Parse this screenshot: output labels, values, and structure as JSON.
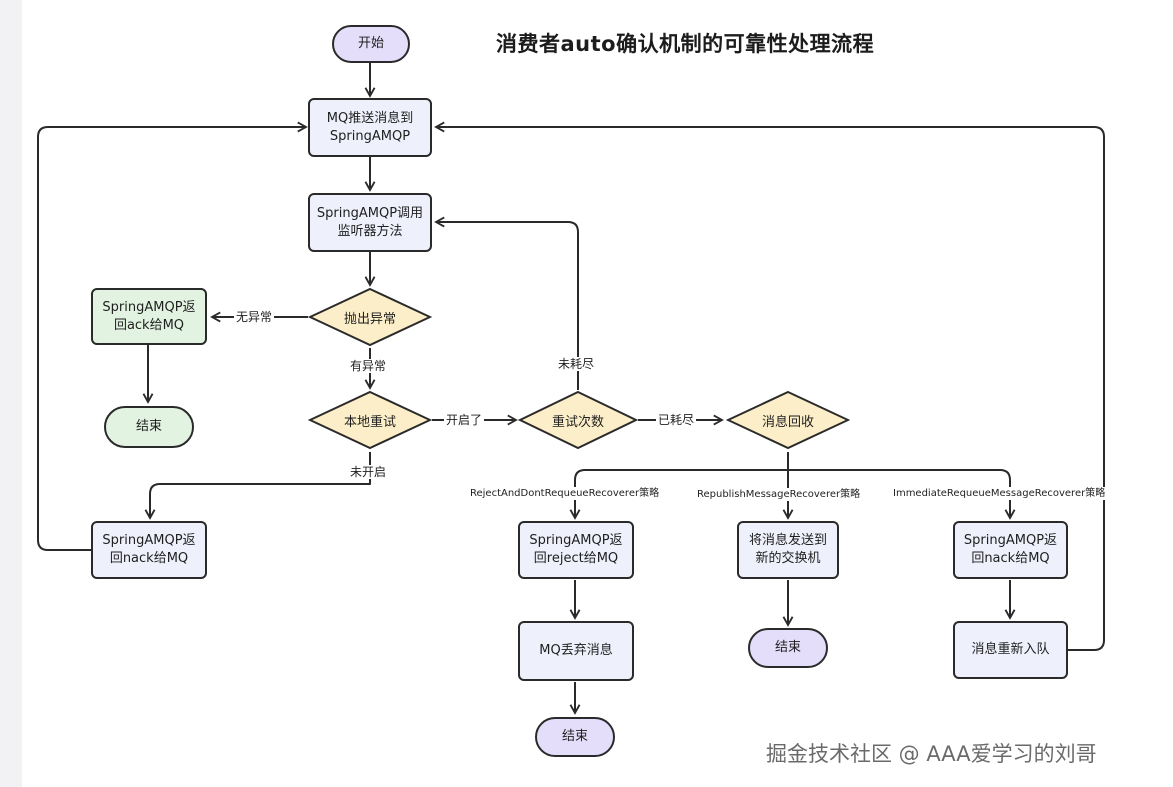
{
  "title": "消费者auto确认机制的可靠性处理流程",
  "nodes": {
    "start": "开始",
    "mq_push": "MQ推送消息到\nSpringAMQP",
    "call_listener": "SpringAMQP调用\n监听器方法",
    "throw_exception": "抛出异常",
    "return_ack": "SpringAMQP返\n回ack给MQ",
    "end_left": "结束",
    "local_retry": "本地重试",
    "retry_count": "重试次数",
    "msg_recover": "消息回收",
    "return_nack_left": "SpringAMQP返\n回nack给MQ",
    "return_reject": "SpringAMQP返\n回reject给MQ",
    "send_to_exchange": "将消息发送到\n新的交换机",
    "return_nack_right": "SpringAMQP返\n回nack给MQ",
    "mq_discard": "MQ丢弃消息",
    "end_mid": "结束",
    "requeue": "消息重新入队",
    "end_bottom": "结束"
  },
  "edge_labels": {
    "no_exception": "无异常",
    "has_exception": "有异常",
    "enabled": "开启了",
    "not_exhausted": "未耗尽",
    "exhausted": "已耗尽",
    "not_enabled": "未开启"
  },
  "policies": {
    "reject": "RejectAndDontRequeueRecoverer策略",
    "republish": "RepublishMessageRecoverer策略",
    "immediate": "ImmediateRequeueMessageRecoverer策略"
  },
  "watermark": "掘金技术社区 @ AAA爱学习的刘哥",
  "colors": {
    "rect_fill": "#eef0fb",
    "green_fill": "#e2f3e2",
    "purple_fill": "#e4defa",
    "diamond_fill": "#fbeec8",
    "stroke": "#2a2a2a"
  }
}
